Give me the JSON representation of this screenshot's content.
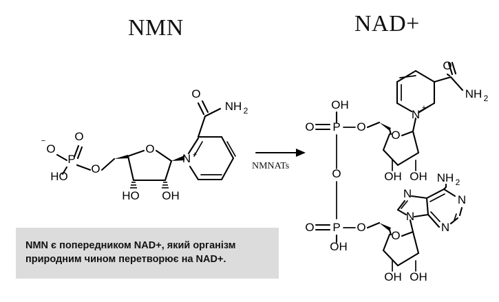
{
  "titles": {
    "left_molecule": "NMN",
    "right_molecule": "NAD+"
  },
  "reaction": {
    "enzyme_label": "NMNATs",
    "arrow_direction": "right"
  },
  "caption": {
    "line1": "NMN є попередником NAD+, який організм",
    "line2": "природним чином перетворює на NAD+.",
    "background_color": "#dcdcdc",
    "text_color": "#111111"
  },
  "colors": {
    "background": "#ffffff",
    "bond": "#000000",
    "atom_label": "#000000"
  },
  "structures": {
    "nmn": {
      "name": "Nicotinamide mononucleotide",
      "atom_labels": {
        "phosphate_o_minus": "O",
        "phosphate_o_minus_charge": "−",
        "phosphate_o_double": "O",
        "phosphate_p": "P",
        "phosphate_ho": "HO",
        "ester_o": "O",
        "ribose_ring_o": "O",
        "ribose_ho_left": "HO",
        "ribose_oh_right": "OH",
        "pyridinium_n": "N",
        "pyridinium_charge": "+",
        "amide_o": "O",
        "amide_n": "NH",
        "amide_n_sub": "2"
      }
    },
    "nad": {
      "name": "Nicotinamide adenine dinucleotide",
      "atom_labels": {
        "phos1_oh": "OH",
        "phos1_o_double": "O",
        "phos1_p": "P",
        "phos1_o_ester": "O",
        "bridge_o": "O",
        "phos2_o_double": "O",
        "phos2_p": "P",
        "phos2_oh": "OH",
        "phos2_o_ester": "O",
        "ribose1_ring_o": "O",
        "ribose1_oh_left": "OH",
        "ribose1_oh_right": "OH",
        "pyridinium_n": "N",
        "pyridinium_charge": "+",
        "amide_o": "O",
        "amide_n": "NH",
        "amide_n_sub": "2",
        "adenine_nh2": "NH",
        "adenine_nh2_sub": "2",
        "adenine_n1": "N",
        "adenine_n3": "N",
        "adenine_n7": "N",
        "adenine_n9": "N",
        "ribose2_ring_o": "O",
        "ribose2_oh_left": "OH",
        "ribose2_oh_right": "OH"
      }
    }
  }
}
